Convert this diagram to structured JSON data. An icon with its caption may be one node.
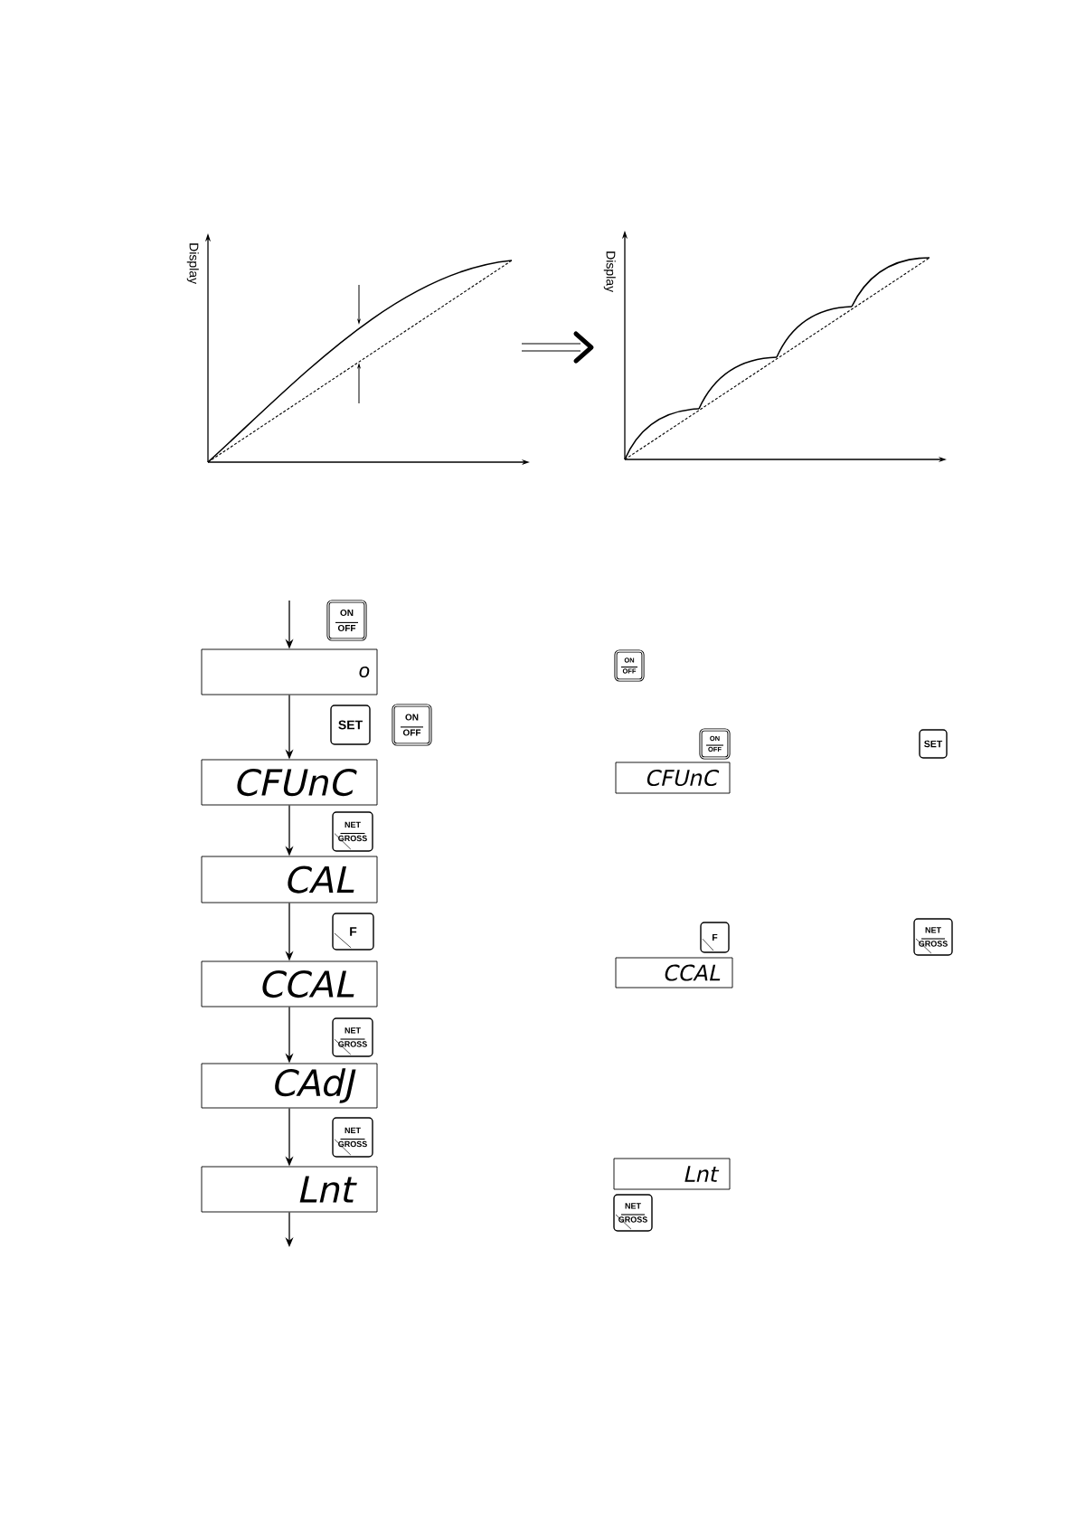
{
  "diagram": {
    "nodes": [
      {
        "text": [
          "ON",
          "OFF"
        ]
      },
      {
        "text": [
          "o"
        ]
      },
      {
        "text": [
          "ON",
          "OFF"
        ]
      },
      {
        "text": [
          "SET"
        ]
      },
      {
        "text": [
          "ON",
          "OFF"
        ]
      },
      {
        "text": [
          "ON",
          "OFF"
        ]
      },
      {
        "text": [
          "SET"
        ]
      },
      {
        "text": [
          "CFUnC"
        ]
      },
      {
        "text": [
          "CFUnC"
        ]
      },
      {
        "text": [
          "NET",
          "GROSS"
        ]
      },
      {
        "text": [
          "CAL"
        ]
      },
      {
        "text": [
          "F"
        ]
      },
      {
        "text": [
          "F"
        ]
      },
      {
        "text": [
          "NET",
          "GROSS"
        ]
      },
      {
        "text": [
          "CCAL"
        ]
      },
      {
        "text": [
          "CCAL"
        ]
      },
      {
        "text": [
          "NET",
          "GROSS"
        ]
      },
      {
        "text": [
          "CAdJ"
        ]
      },
      {
        "text": [
          "NET",
          "GROSS"
        ]
      },
      {
        "text": [
          "Lnt"
        ]
      },
      {
        "text": [
          "Lnt"
        ]
      },
      {
        "text": [
          "NET",
          "GROSS"
        ]
      }
    ],
    "edges": [
      {
        "from": null,
        "to": 1,
        "arrow": "to"
      },
      {
        "from": 1,
        "to": 7,
        "arrow": "to"
      },
      {
        "from": 7,
        "to": 10,
        "arrow": "to"
      },
      {
        "from": 10,
        "to": 14,
        "arrow": "to"
      },
      {
        "from": 14,
        "to": 17,
        "arrow": "to"
      },
      {
        "from": 17,
        "to": 20,
        "arrow": "to"
      },
      {
        "from": 20,
        "to": null,
        "arrow": "to"
      }
    ],
    "labels": [
      "Display",
      "Display"
    ]
  }
}
